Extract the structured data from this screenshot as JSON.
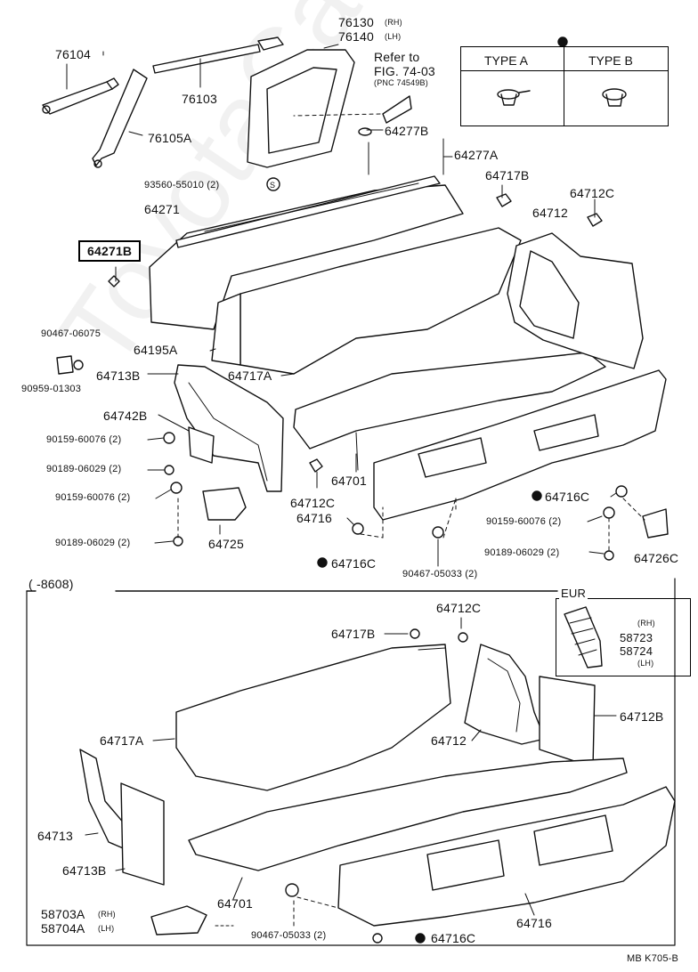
{
  "watermark": "ToyotaCarMini.ru",
  "type_table": {
    "col_a": "TYPE  A",
    "col_b": "TYPE  B"
  },
  "eur_box": {
    "label": "EUR",
    "rh_note": "(RH)",
    "part_rh": "58723",
    "part_lh": "58724",
    "lh_note": "(LH)"
  },
  "refer_note": {
    "line1": "Refer to",
    "line2": "FIG. 74-03",
    "line3": "(PNC 74549B)"
  },
  "section_marker": "(       -8608)",
  "footer_code": "MB  K705-B",
  "labels_top": {
    "p76104": "76104",
    "p76130": "76130",
    "p76130_rh": "(RH)",
    "p76140": "76140",
    "p76140_lh": "(LH)",
    "p76103": "76103",
    "p76105a": "76105A",
    "p64277b": "64277B",
    "p64277a": "64277A",
    "p93560": "93560-55010 (2)",
    "p64271": "64271",
    "p64271b": "64271B",
    "p64717b": "64717B",
    "p64712c_top": "64712C",
    "p64712": "64712",
    "p90467_06075": "90467-06075",
    "p64195a": "64195A",
    "p90959": "90959-01303",
    "p64713b": "64713B",
    "p64717a": "64717A",
    "p64742b": "64742B",
    "p90159_a": "90159-60076 (2)",
    "p90189_a": "90189-06029 (2)",
    "p90159_b": "90159-60076 (2)",
    "p90189_b": "90189-06029 (2)",
    "p64725": "64725",
    "p64712c_mid": "64712C",
    "p64701": "64701",
    "p64716": "64716",
    "p64716c_a": "64716C",
    "p64716c_b": "64716C",
    "p90159_c": "90159-60076 (2)",
    "p90189_c": "90189-06029 (2)",
    "p64726c": "64726C",
    "p90467_05033": "90467-05033 (2)"
  },
  "labels_bottom": {
    "p64712c": "64712C",
    "p64717b": "64717B",
    "p64712b": "64712B",
    "p64717a": "64717A",
    "p64712": "64712",
    "p64713": "64713",
    "p64713b": "64713B",
    "p64701": "64701",
    "p58703a": "58703A",
    "p58703a_rh": "(RH)",
    "p58704a": "58704A",
    "p58704a_lh": "(LH)",
    "p90467_05033": "90467-05033 (2)",
    "p64716c": "64716C",
    "p64716": "64716"
  },
  "icons": [
    "circle-s-marker-icon",
    "filled-circle-marker-icon",
    "type-a-clip-icon",
    "type-b-clip-icon"
  ]
}
